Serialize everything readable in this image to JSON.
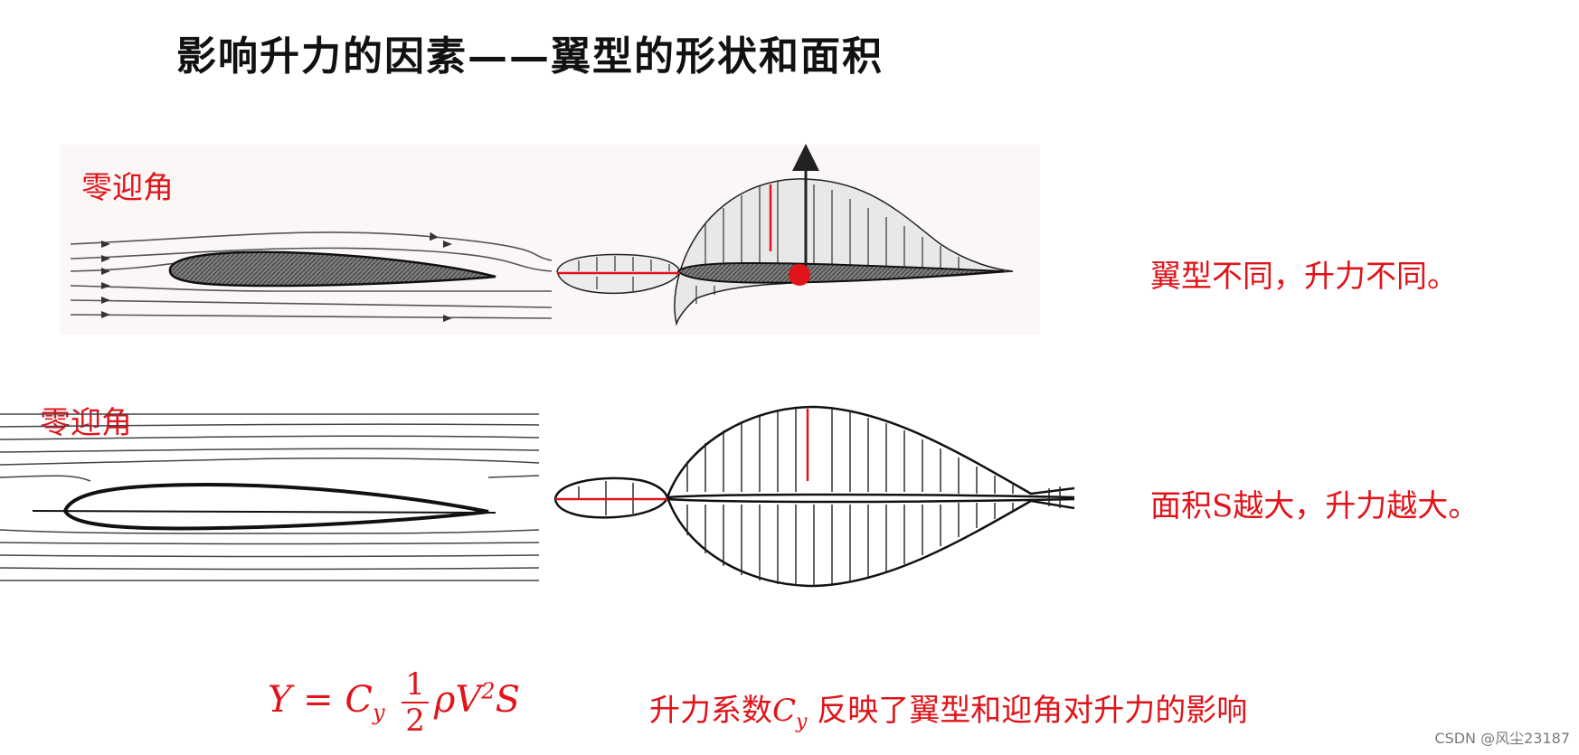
{
  "title": "影响升力的因素——翼型的形状和面积",
  "top_panel": {
    "label": "零迎角",
    "caption": "翼型不同，升力不同。"
  },
  "bottom_panel": {
    "label": "零迎角",
    "caption": "面积S越大，升力越大。"
  },
  "formula": {
    "lhs": "Y = C",
    "coef_sub": "y",
    "frac_num": "1",
    "frac_den": "2",
    "rho_v": "ρV",
    "v_sup": "2",
    "s": "S"
  },
  "note": {
    "prefix": "升力系数",
    "c": "C",
    "c_sub": "y",
    "suffix": "反映了翼型和迎角对升力的影响"
  },
  "watermark": "CSDN @风尘23187",
  "colors": {
    "accent_red": "#e0141a",
    "ink": "#111111"
  }
}
